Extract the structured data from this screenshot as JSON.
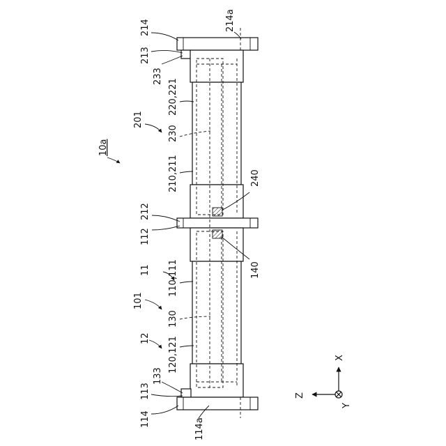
{
  "figure": {
    "labels": {
      "ref_10a": "10a",
      "ref_201": "201",
      "ref_101": "101",
      "ref_11": "11",
      "ref_12": "12",
      "ref_214": "214",
      "ref_213": "213",
      "ref_233": "233",
      "ref_214a_top": "214a",
      "ref_220_221": "220,221",
      "ref_230": "230",
      "ref_210_211": "210,211",
      "ref_240": "240",
      "ref_212": "212",
      "ref_112": "112",
      "ref_140": "140",
      "ref_110_111": "110,111",
      "ref_130": "130",
      "ref_120_121": "120,121",
      "ref_133": "133",
      "ref_113": "113",
      "ref_114": "114",
      "ref_114a": "114a"
    },
    "axes": {
      "x": "X",
      "y": "Y",
      "z": "Z"
    }
  }
}
